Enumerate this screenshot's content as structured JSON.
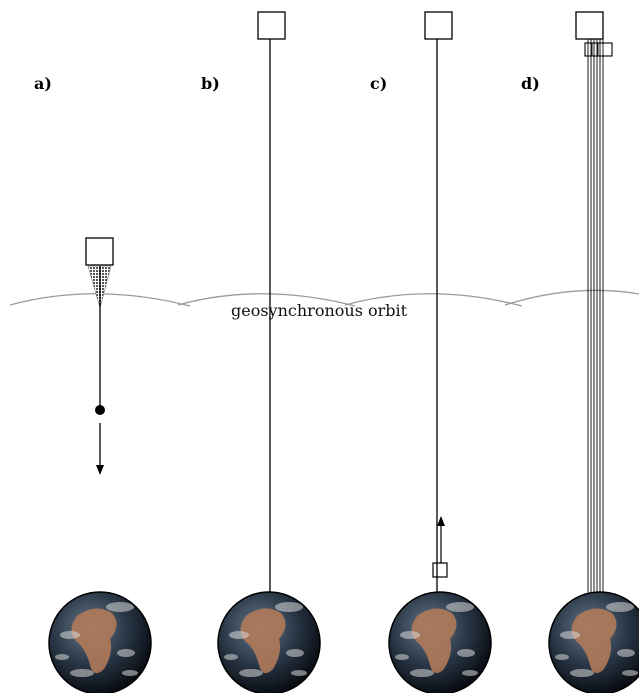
{
  "panels": [
    {
      "label": "a)"
    },
    {
      "label": "b)"
    },
    {
      "label": "c)"
    },
    {
      "label": "d)"
    }
  ],
  "orbit": {
    "label": "geosynchronous orbit"
  },
  "colors": {
    "line": "#000000",
    "orbit_arc": "#9a9a9a",
    "ocean": "#1c2a3a",
    "land": "#b07a5a",
    "cloud": "#d8d8d8"
  }
}
